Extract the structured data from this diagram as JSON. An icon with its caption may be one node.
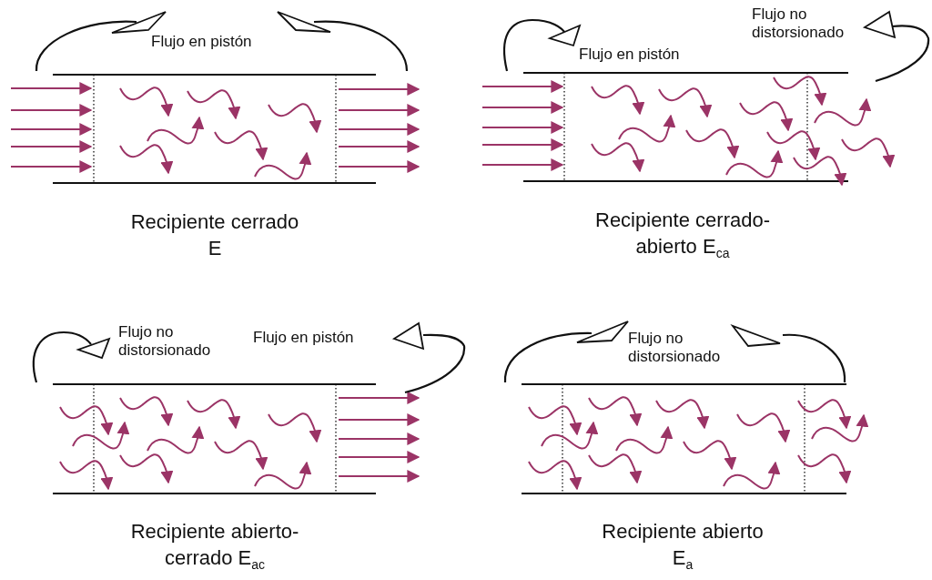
{
  "diagram": {
    "labels": [
      "Flujo en pistón",
      "Recipiente cerrado E",
      "Flujo no distorsionado",
      "Flujo en pistón",
      "Recipiente cerrado-abierto E$_{ca}$",
      "Flujo no distorsionado",
      "Flujo en pistón",
      "Recipiente abierto-cerrado E$_{ac}$",
      "Flujo no distorsionado",
      "Recipiente abierto E$_{a}$"
    ]
  }
}
